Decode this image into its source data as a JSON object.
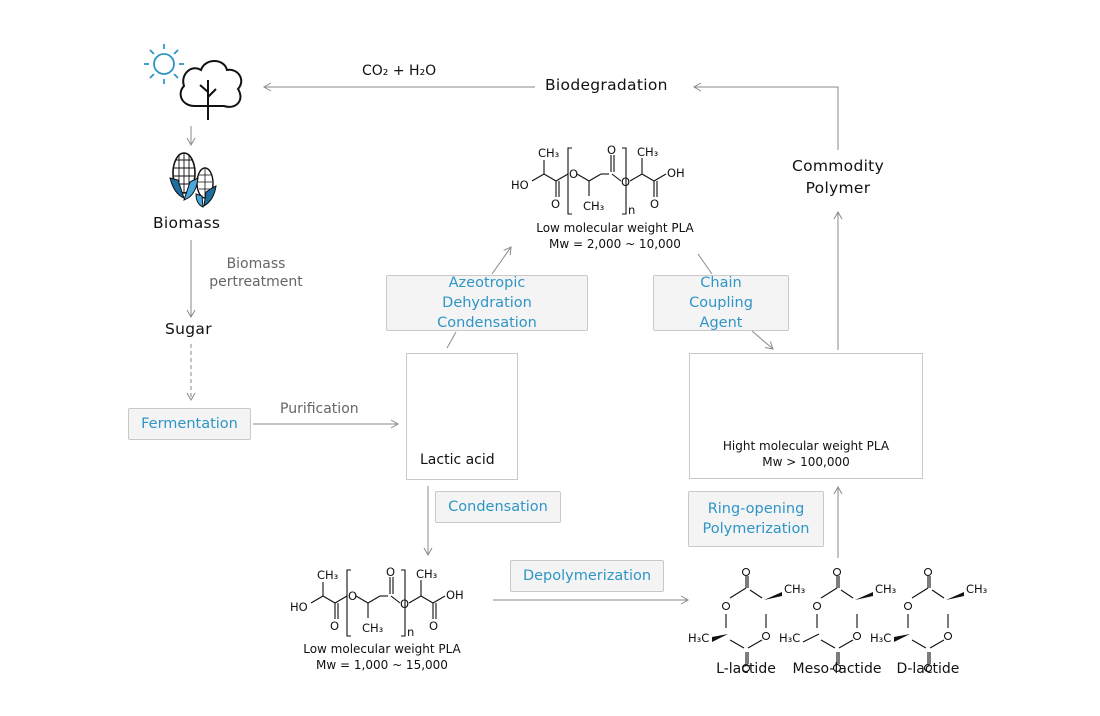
{
  "nodes": {
    "biomass": "Biomass",
    "biomass_pretreatment": "Biomass\npertreatment",
    "sugar": "Sugar",
    "fermentation": "Fermentation",
    "purification": "Purification",
    "lactic_acid": "Lactic acid",
    "condensation": "Condensation",
    "azeotropic": "Azeotropic Dehydration Condensation",
    "chain_coupling": "Chain Coupling Agent",
    "depolymerization": "Depolymerization",
    "ring_opening": "Ring-opening Polymerization",
    "commodity_polymer": "Commodity Polymer",
    "biodegradation": "Biodegradation",
    "co2_h2o": "CO₂ + H₂O"
  },
  "pla_top": {
    "name": "Low molecular weight PLA",
    "mw": "Mw = 2,000 ~ 10,000"
  },
  "pla_bottom": {
    "name": "Low molecular weight PLA",
    "mw": "Mw = 1,000 ~ 15,000"
  },
  "pla_high": {
    "name": "Hight molecular weight PLA",
    "mw": "Mw > 100,000"
  },
  "lactides": {
    "l": "L-lactide",
    "meso": "Meso-lactide",
    "d": "D-lactide"
  },
  "chem_labels": {
    "ho": "HO",
    "oh": "OH",
    "o": "O",
    "ch3": "CH₃",
    "n": "n",
    "h3c": "H₃C"
  },
  "icons": [
    "sun-icon",
    "tree-icon",
    "corn-icon"
  ],
  "colors": {
    "accent": "#2f95c6",
    "box_bg": "#f4f4f4",
    "arrow": "#8a8a8a"
  }
}
